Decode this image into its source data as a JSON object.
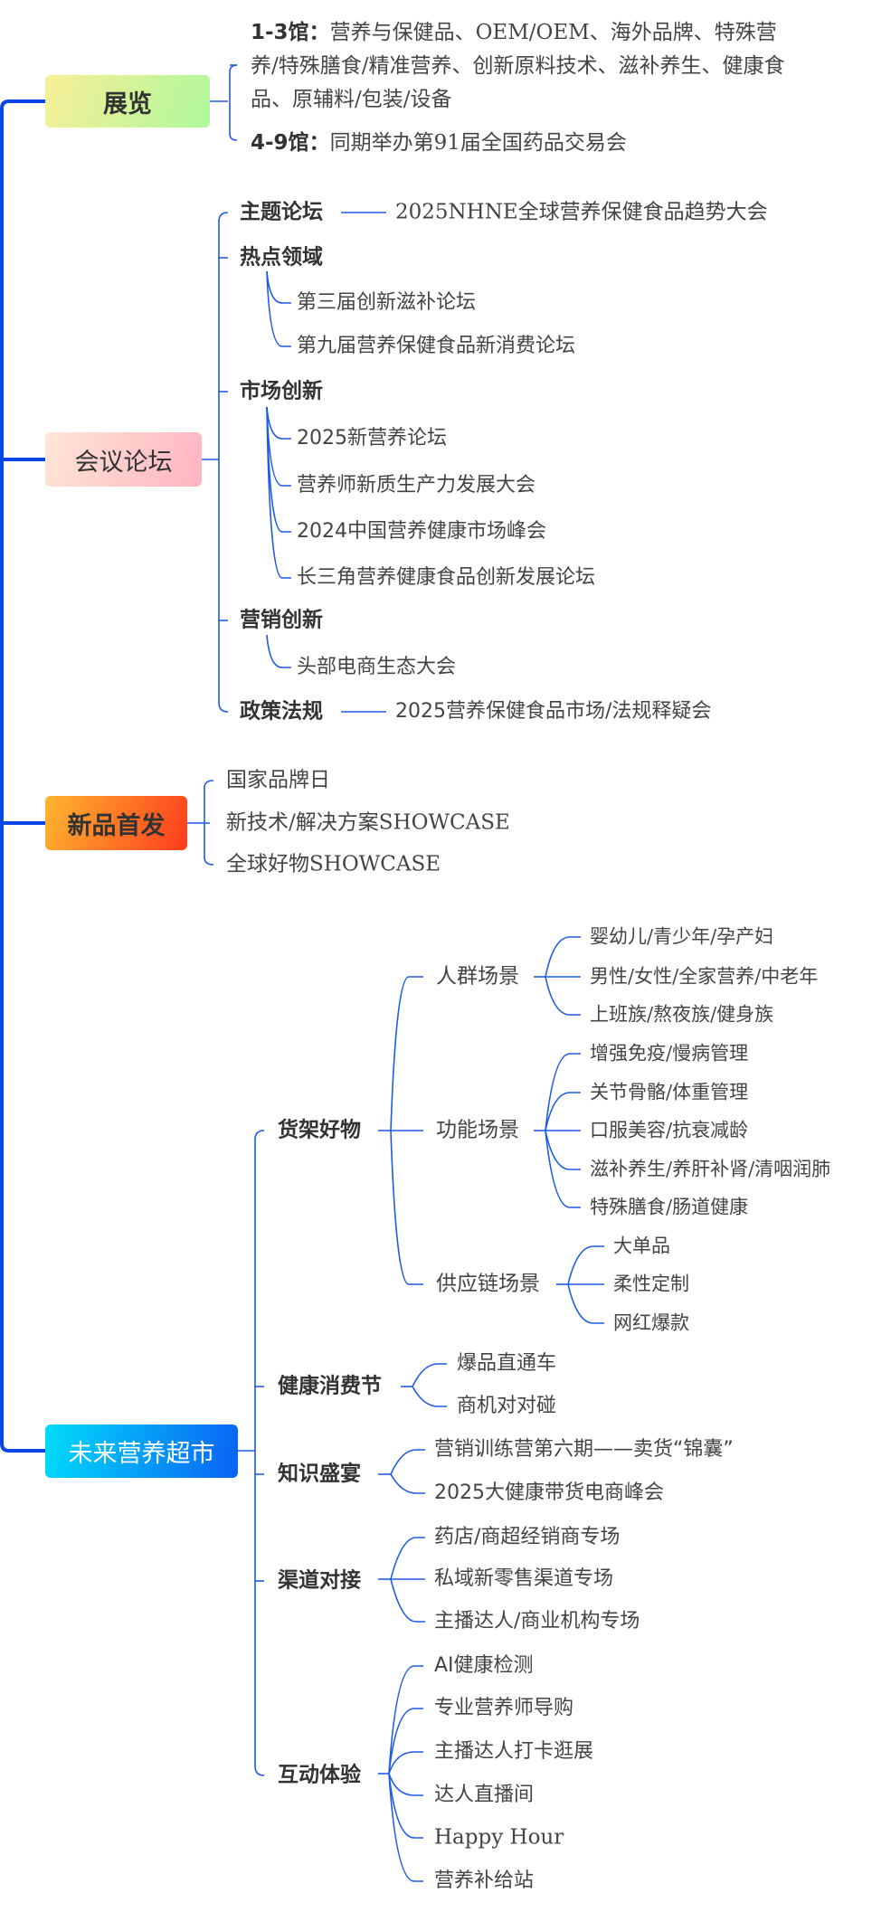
{
  "colors": {
    "line": "#1f5be8",
    "trunk": "#0a45e6",
    "expo_gradient": [
      "#f8ef98",
      "#aef89c"
    ],
    "forum_gradient": [
      "#ffe6d8",
      "#ffb4c0"
    ],
    "launch_gradient": [
      "#ffb530",
      "#ff3c1c"
    ],
    "market_gradient": [
      "#00dcfa",
      "#0a62f4"
    ]
  },
  "expo": {
    "label": "展览",
    "hall_1_3_label": "1-3馆：",
    "hall_1_3_text": "营养与保健品、OEM/OEM、海外品牌、特殊营养/特殊膳食/精准营养、创新原料技术、滋补养生、健康食品、原辅料/包装/设备",
    "hall_4_9_label": "4-9馆：",
    "hall_4_9_text": "同期举办第91届全国药品交易会"
  },
  "forum": {
    "label": "会议论坛",
    "theme_label": "主题论坛",
    "theme_item": "2025NHNE全球营养保健食品趋势大会",
    "hot_label": "热点领域",
    "hot_items": [
      "第三届创新滋补论坛",
      "第九届营养保健食品新消费论坛"
    ],
    "market_label": "市场创新",
    "market_items": [
      "2025新营养论坛",
      "营养师新质生产力发展大会",
      "2024中国营养健康市场峰会",
      "长三角营养健康食品创新发展论坛"
    ],
    "marketing_label": "营销创新",
    "marketing_items": [
      "头部电商生态大会"
    ],
    "policy_label": "政策法规",
    "policy_item": "2025营养保健食品市场/法规释疑会"
  },
  "launch": {
    "label": "新品首发",
    "items": [
      "国家品牌日",
      "新技术/解决方案SHOWCASE",
      "全球好物SHOWCASE"
    ]
  },
  "market": {
    "label": "未来营养超市",
    "shelf": {
      "label": "货架好物",
      "groups": [
        {
          "label": "人群场景",
          "items": [
            "婴幼儿/青少年/孕产妇",
            "男性/女性/全家营养/中老年",
            "上班族/熬夜族/健身族"
          ]
        },
        {
          "label": "功能场景",
          "items": [
            "增强免疫/慢病管理",
            "关节骨骼/体重管理",
            "口服美容/抗衰减龄",
            "滋补养生/养肝补肾/清咽润肺",
            "特殊膳食/肠道健康"
          ]
        },
        {
          "label": "供应链场景",
          "items": [
            "大单品",
            "柔性定制",
            "网红爆款"
          ]
        }
      ]
    },
    "festival": {
      "label": "健康消费节",
      "items": [
        "爆品直通车",
        "商机对对碰"
      ]
    },
    "knowledge": {
      "label": "知识盛宴",
      "items": [
        "营销训练营第六期——卖货“锦囊”",
        "2025大健康带货电商峰会"
      ]
    },
    "channel": {
      "label": "渠道对接",
      "items": [
        "药店/商超经销商专场",
        "私域新零售渠道专场",
        "主播达人/商业机构专场"
      ]
    },
    "interactive": {
      "label": "互动体验",
      "items": [
        "AI健康检测",
        "专业营养师导购",
        "主播达人打卡逛展",
        "达人直播间",
        "Happy Hour",
        "营养补给站"
      ]
    }
  }
}
